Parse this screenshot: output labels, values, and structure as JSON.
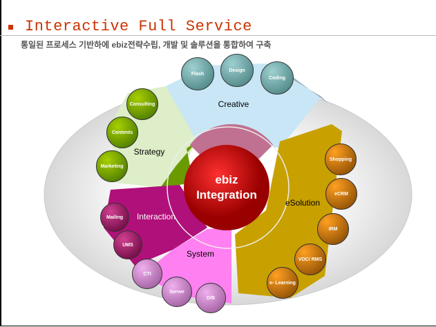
{
  "title": "Interactive Full Service",
  "subtitle": "통일된 프로세스 기반하에 ebiz전략수립, 개발 및 솔루션을 통합하여 구축",
  "center": {
    "line1": "ebiz",
    "line2": "Integration"
  },
  "segments": {
    "creative": "Creative",
    "strategy": "Strategy",
    "esolution": "eSolution",
    "interaction": "Interaction",
    "system": "System"
  },
  "bubbles": {
    "creative": [
      "Flash",
      "Design",
      "Coding"
    ],
    "strategy": [
      "Consulting",
      "Contents",
      "Marketing"
    ],
    "esolution": [
      "Shopping",
      "eCRM",
      "IRM",
      "VOC/ RMS",
      "e- Learning"
    ],
    "interaction": [
      "Mailing",
      "UMS"
    ],
    "system": [
      "CTI",
      "Server",
      "D/B"
    ]
  },
  "colors": {
    "title": "#cc3300",
    "creative": "#5f9a9a",
    "strategy": "#5a8a00",
    "esolution": "#c06800",
    "interaction": "#8a0050",
    "system": "#b060b0",
    "core": "#cc0000"
  }
}
